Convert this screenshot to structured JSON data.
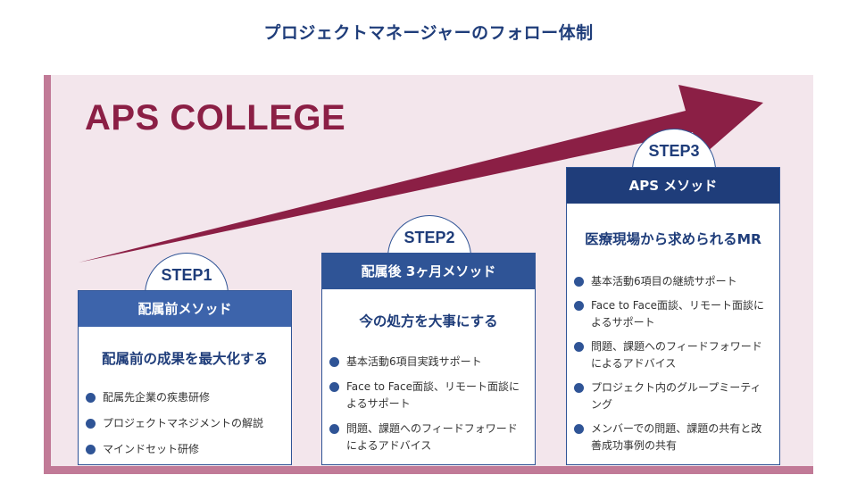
{
  "title": "プロジェクトマネージャーのフォロー体制",
  "college_name": "APS COLLEGE",
  "colors": {
    "navy": "#1f3d7a",
    "blue": "#2f5496",
    "mid_blue": "#3d64ab",
    "burgundy": "#8b1f45",
    "panel": "#f3e6ec",
    "panel_border": "#c17a97"
  },
  "steps": [
    {
      "label": "STEP1",
      "header": "配属前メソッド",
      "subtitle": "配属前の成果を最大化する",
      "bullets": [
        "配属先企業の疾患研修",
        "プロジェクトマネジメントの解説",
        "マインドセット研修"
      ]
    },
    {
      "label": "STEP2",
      "header": "配属後 3ヶ月メソッド",
      "subtitle": "今の処方を大事にする",
      "bullets": [
        "基本活動6項目実践サポート",
        "Face to Face面談、リモート面談によるサポート",
        "問題、課題へのフィードフォワードによるアドバイス"
      ]
    },
    {
      "label": "STEP3",
      "header": "APS メソッド",
      "subtitle": "医療現場から求められるMR",
      "bullets": [
        "基本活動6項目の継続サポート",
        "Face to Face面談、リモート面談によるサポート",
        "問題、課題へのフィードフォワードによるアドバイス",
        "プロジェクト内のグループミーティング",
        "メンバーでの問題、課題の共有と改善成功事例の共有"
      ]
    }
  ]
}
